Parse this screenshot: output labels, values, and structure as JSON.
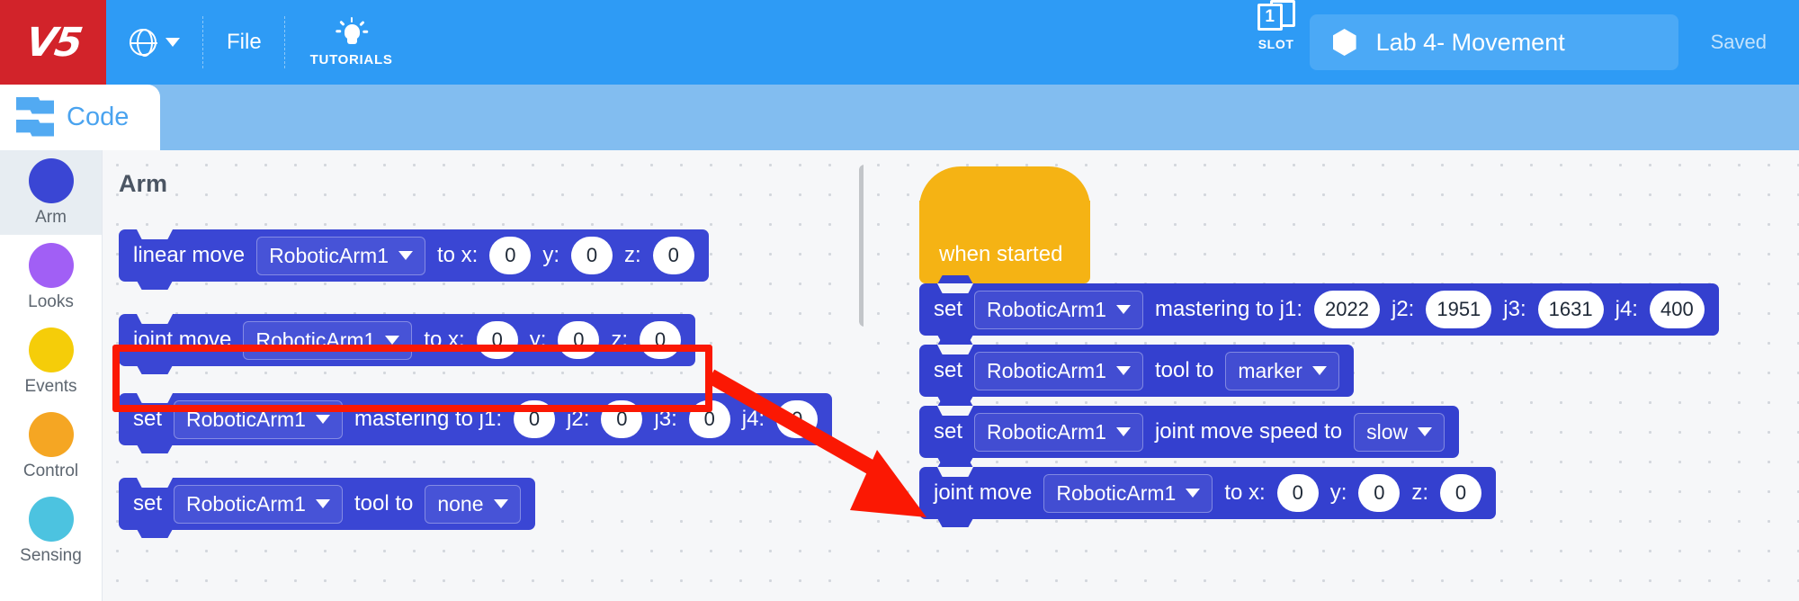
{
  "topbar": {
    "logo": "V5",
    "language_icon": "globe-icon",
    "language_caret": "chevron-down-icon",
    "file_label": "File",
    "tutorials_icon": "lightbulb-icon",
    "tutorials_label": "TUTORIALS",
    "slot_number": "1",
    "slot_label": "SLOT",
    "project_icon": "hexagon-icon",
    "project_name": "Lab 4- Movement",
    "save_status": "Saved",
    "colors": {
      "brand_red": "#d2232a",
      "brand_blue": "#2e9bf5"
    }
  },
  "tabs": {
    "code": {
      "label": "Code",
      "icon": "code-blocks-icon",
      "active": true
    }
  },
  "categories": [
    {
      "label": "Arm",
      "color": "#3a46d4",
      "active": true
    },
    {
      "label": "Looks",
      "color": "#a15ff5",
      "active": false
    },
    {
      "label": "Events",
      "color": "#f5cd09",
      "active": false
    },
    {
      "label": "Control",
      "color": "#f5a623",
      "active": false
    },
    {
      "label": "Sensing",
      "color": "#4cc3e0",
      "active": false
    }
  ],
  "palette": {
    "title": "Arm",
    "blocks": [
      {
        "name": "linear-move",
        "prefix": "linear move",
        "device": "RoboticArm1",
        "mid": "to x:",
        "fields": [
          {
            "label": "",
            "value": "0"
          },
          {
            "label": "y:",
            "value": "0"
          },
          {
            "label": "z:",
            "value": "0"
          }
        ]
      },
      {
        "name": "joint-move",
        "prefix": "joint move",
        "device": "RoboticArm1",
        "mid": "to x:",
        "highlighted": true,
        "fields": [
          {
            "label": "",
            "value": "0"
          },
          {
            "label": "y:",
            "value": "0"
          },
          {
            "label": "z:",
            "value": "0"
          }
        ]
      },
      {
        "name": "set-mastering",
        "prefix": "set",
        "device": "RoboticArm1",
        "mid": "mastering to j1:",
        "fields": [
          {
            "label": "",
            "value": "0"
          },
          {
            "label": "j2:",
            "value": "0"
          },
          {
            "label": "j3:",
            "value": "0"
          },
          {
            "label": "j4:",
            "value": "0"
          }
        ]
      },
      {
        "name": "set-tool",
        "prefix": "set",
        "device": "RoboticArm1",
        "mid": "tool to",
        "option": "none",
        "fields": []
      }
    ]
  },
  "canvas": {
    "hat": {
      "label": "when started"
    },
    "stack": [
      {
        "name": "set-mastering",
        "prefix": "set",
        "device": "RoboticArm1",
        "mid": "mastering to j1:",
        "fields": [
          {
            "label": "",
            "value": "2022"
          },
          {
            "label": "j2:",
            "value": "1951"
          },
          {
            "label": "j3:",
            "value": "1631"
          },
          {
            "label": "j4:",
            "value": "400"
          }
        ]
      },
      {
        "name": "set-tool",
        "prefix": "set",
        "device": "RoboticArm1",
        "mid": "tool to",
        "option": "marker",
        "fields": []
      },
      {
        "name": "set-joint-move-speed",
        "prefix": "set",
        "device": "RoboticArm1",
        "mid": "joint move speed to",
        "option": "slow",
        "fields": []
      },
      {
        "name": "joint-move",
        "prefix": "joint move",
        "device": "RoboticArm1",
        "mid": "to x:",
        "fields": [
          {
            "label": "",
            "value": "0"
          },
          {
            "label": "y:",
            "value": "0"
          },
          {
            "label": "z:",
            "value": "0"
          }
        ]
      }
    ]
  },
  "annotations": {
    "highlight_color": "#fb1803",
    "arrow_color": "#fb1803",
    "arrow_from": "joint-move-palette-block",
    "arrow_to": "joint-move-canvas-block"
  }
}
